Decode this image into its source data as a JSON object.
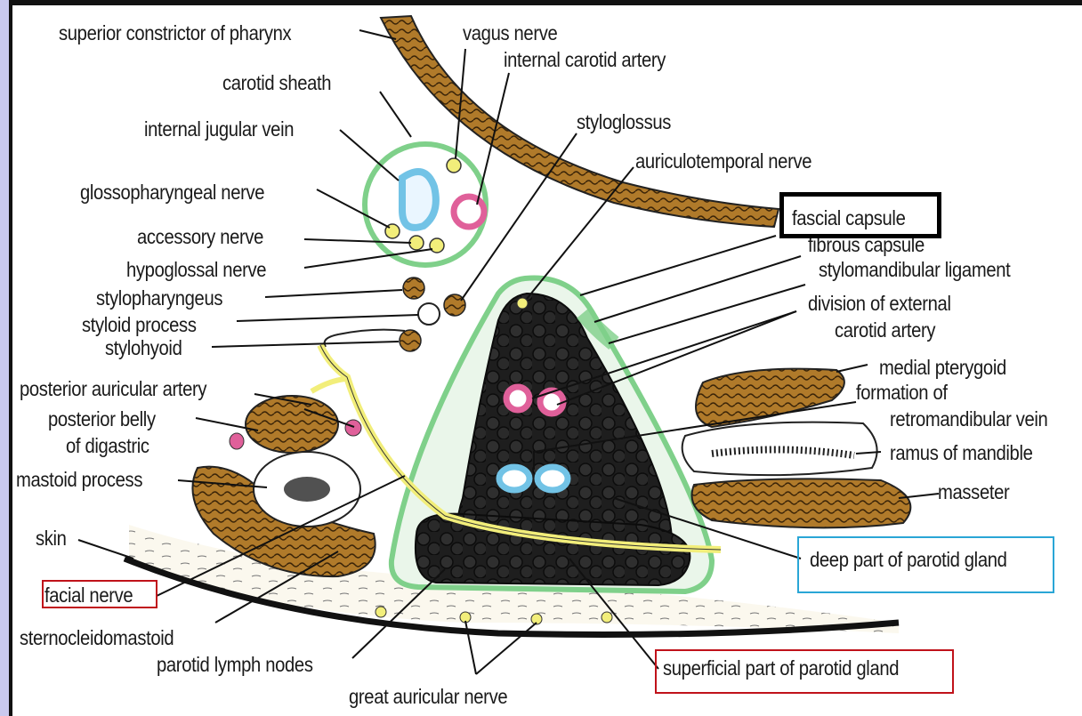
{
  "labels": {
    "superior_constrictor": "superior constrictor of pharynx",
    "vagus_nerve": "vagus nerve",
    "internal_carotid_artery": "internal carotid artery",
    "carotid_sheath": "carotid sheath",
    "internal_jugular_vein": "internal jugular vein",
    "styloglossus": "styloglossus",
    "auriculotemporal_nerve": "auriculotemporal nerve",
    "glossopharyngeal_nerve": "glossopharyngeal nerve",
    "fascial_capsule": "fascial capsule",
    "fibrous_capsule": "fibrous capsule",
    "accessory_nerve": "accessory nerve",
    "stylomandibular_ligament": "stylomandibular ligament",
    "hypoglossal_nerve": "hypoglossal nerve",
    "stylopharyngeus": "stylopharyngeus",
    "division_ext_carotid_1": "division of external",
    "division_ext_carotid_2": "carotid artery",
    "styloid_process": "styloid process",
    "stylohyoid": "stylohyoid",
    "medial_pterygoid": "medial pterygoid",
    "posterior_auricular_artery": "posterior auricular artery",
    "formation_of": "formation of",
    "retromandibular_vein": "retromandibular vein",
    "posterior_belly": "posterior belly",
    "of_digastric": "of digastric",
    "ramus_of_mandible": "ramus of mandible",
    "mastoid_process": "mastoid process",
    "masseter": "masseter",
    "skin": "skin",
    "deep_part": "deep part of parotid gland",
    "facial_nerve": "facial nerve",
    "sternocleidomastoid": "sternocleidomastoid",
    "parotid_lymph_nodes": "parotid lymph nodes",
    "superficial_part": "superficial part of parotid gland",
    "great_auricular_nerve": "great auricular nerve"
  },
  "colors": {
    "muscle": "#b07a2a",
    "muscle_stripe": "#3a2408",
    "sheath_green": "#7fd08a",
    "sheath_fill": "#eaf6ea",
    "nerve_yellow": "#f2ee7a",
    "artery_pink": "#e0609a",
    "vein_blue": "#72c3e6",
    "gland_dark": "#1e1e1e",
    "highlight_black": "#000000",
    "highlight_red": "#c0121a",
    "highlight_blue": "#2aa6d6"
  }
}
